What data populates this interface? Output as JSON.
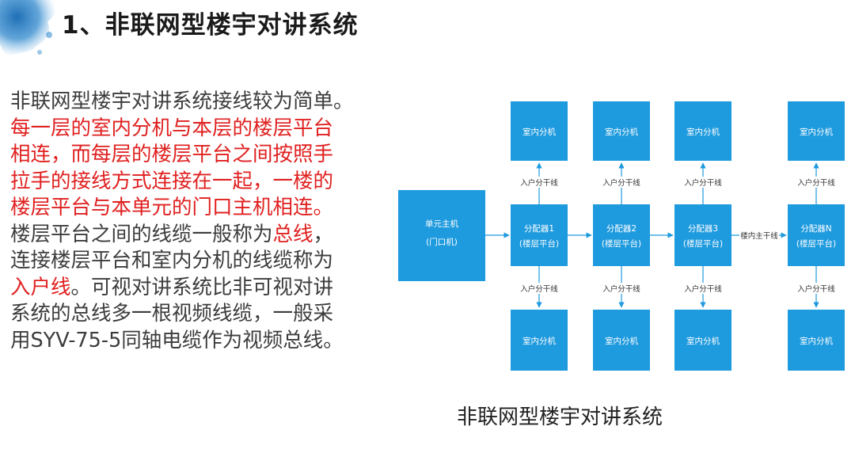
{
  "header": {
    "title": "1、非联网型楼宇对讲系统"
  },
  "body": {
    "lines": [
      [
        {
          "t": "非联网型楼宇对讲系统接线较为简单。",
          "r": false
        }
      ],
      [
        {
          "t": "每一层的室内分机与本层的楼层平台",
          "r": true
        }
      ],
      [
        {
          "t": "相连，而每层的楼层平台之间按照手",
          "r": true
        }
      ],
      [
        {
          "t": "拉手的接线方式连接在一起，一楼的",
          "r": true
        }
      ],
      [
        {
          "t": "楼层平台与本单元的门口主机相连。",
          "r": true
        }
      ],
      [
        {
          "t": "楼层平台之间的线缆一般称为",
          "r": false
        },
        {
          "t": "总线",
          "r": true
        },
        {
          "t": "，",
          "r": false
        }
      ],
      [
        {
          "t": "连接楼层平台和室内分机的线缆称为",
          "r": false
        }
      ],
      [
        {
          "t": "入户线",
          "r": true
        },
        {
          "t": "。可视对讲系统比非可视对讲",
          "r": false
        }
      ],
      [
        {
          "t": "系统的总线多一根视频线缆，一般采",
          "r": false
        }
      ],
      [
        {
          "t": "用SYV-75-5同轴电缆作为视频总线。",
          "r": false
        }
      ]
    ]
  },
  "diagram": {
    "colors": {
      "box": "#1e9ade",
      "arrow": "#1e9ade",
      "text_on_box": "#ffffff",
      "label": "#333333"
    },
    "main_unit": [
      "单元主机",
      "(门口机)"
    ],
    "indoor_label": "室内分机",
    "distributors": [
      [
        "分配器1",
        "(楼层平台)"
      ],
      [
        "分配器2",
        "(楼层平台)"
      ],
      [
        "分配器3",
        "(楼层平台)"
      ],
      [
        "分配器N",
        "(楼层平台)"
      ]
    ],
    "branch_label": "入户分干线",
    "trunk_label": "楼内主干线",
    "caption": "非联网型楼宇对讲系统"
  }
}
